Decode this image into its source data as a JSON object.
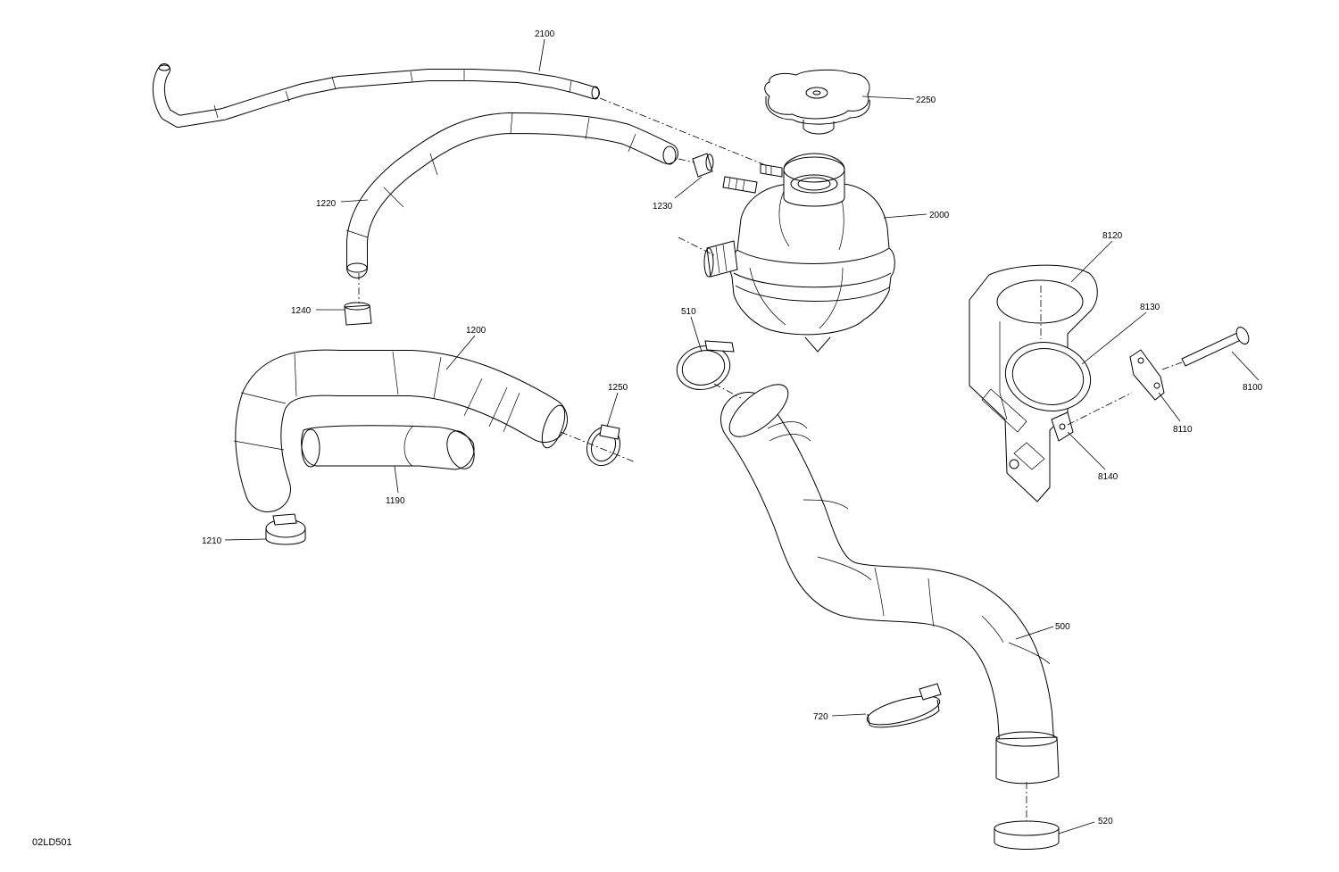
{
  "diagram": {
    "code": "02LD501",
    "callouts": [
      {
        "id": "c2100",
        "text": "2100"
      },
      {
        "id": "c2250",
        "text": "2250"
      },
      {
        "id": "c1220",
        "text": "1220"
      },
      {
        "id": "c1230",
        "text": "1230"
      },
      {
        "id": "c2000",
        "text": "2000"
      },
      {
        "id": "c1240",
        "text": "1240"
      },
      {
        "id": "c8120",
        "text": "8120"
      },
      {
        "id": "c8130",
        "text": "8130"
      },
      {
        "id": "c510",
        "text": "510"
      },
      {
        "id": "c1200",
        "text": "1200"
      },
      {
        "id": "c1250",
        "text": "1250"
      },
      {
        "id": "c8100",
        "text": "8100"
      },
      {
        "id": "c8110",
        "text": "8110"
      },
      {
        "id": "c8140",
        "text": "8140"
      },
      {
        "id": "c1190",
        "text": "1190"
      },
      {
        "id": "c1210",
        "text": "1210"
      },
      {
        "id": "c500",
        "text": "500"
      },
      {
        "id": "c720",
        "text": "720"
      },
      {
        "id": "c520",
        "text": "520"
      }
    ]
  }
}
